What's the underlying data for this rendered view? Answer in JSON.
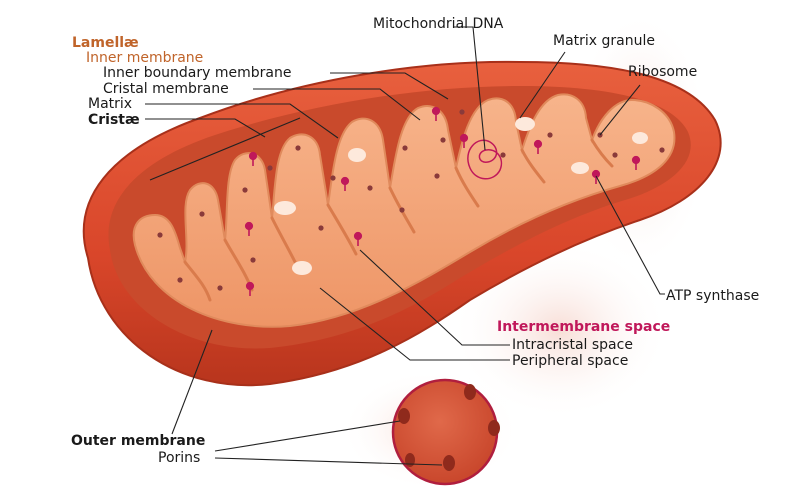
{
  "diagram": {
    "colors": {
      "outer_membrane": "#d9462a",
      "outer_membrane_dark": "#b8351d",
      "interior": "#c94a2c",
      "cristae_fill": "#f2a377",
      "cristae_edge": "#e08a5c",
      "ribosome": "#8a3a3a",
      "atp_synthase": "#c0185a",
      "granule": "#fde9dc",
      "dna": "#c0185a",
      "label_orange": "#c0642a",
      "label_red": "#c0185a",
      "label_dark": "#1a1a1a",
      "leader_line": "#222222"
    },
    "labels": {
      "lamellae": "Lamellæ",
      "inner_membrane": "Inner membrane",
      "inner_boundary_membrane": "Inner boundary membrane",
      "cristal_membrane": "Cristal membrane",
      "matrix": "Matrix",
      "cristae": "Cristæ",
      "mitochondrial_dna": "Mitochondrial DNA",
      "matrix_granule": "Matrix granule",
      "ribosome": "Ribosome",
      "atp_synthase": "ATP synthase",
      "intermembrane_space": "Intermembrane space",
      "intracristal_space": "Intracristal space",
      "peripheral_space": "Peripheral space",
      "outer_membrane": "Outer membrane",
      "porins": "Porins"
    }
  }
}
